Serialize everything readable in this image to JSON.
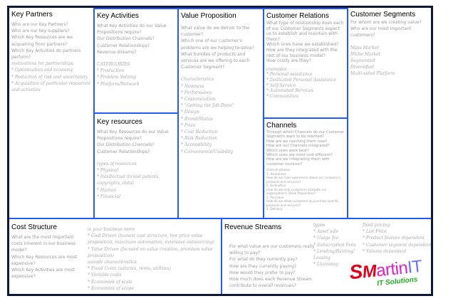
{
  "key_partners": {
    "title": "Key Partners",
    "questions": "Who are our Key Partners?\nWho are our key suppliers?\nWhich Key Resources are we acquairing from partners?\nWhich Key Activities do partners perform?",
    "notes": "motivations for partnerships\n* Optimization and economy\n* Reduction of risk and uncertainty\n* Acquisition of particular resources and activities"
  },
  "key_activities": {
    "title": "Key Activities",
    "questions": "What Key Activities do our Value Propositions require?\nOur Distribution Channels?\nCustomer Relationships?\nRevenue streams?",
    "notes": "CATERGORIES\n* Production\n* Problem Solving\n* Platform/Network"
  },
  "key_resources": {
    "title": "Key resources",
    "questions": "What Key Resources do our Value Propositions require?\nOur Distribution Channels? Customer Relationships?",
    "notes": "types of resources\n* Physical\n* Intellectual (brand patents, copyrights, data)\n* Human\n* Financial"
  },
  "value_proposition": {
    "title": "Value Proposition",
    "questions": "What value do we deliver to the customer?\nWhich one of our customer's problems are we helping to solve?\nWhat bundles of products and services are we offering to each Customer Segment?",
    "notes": "Characteristics\n* Newness\n* Performance\n* Customization\n* \"Getting the Job Done\"\n* Design\n* Brand/Status\n* Price\n* Cost Reduction\n* Risk Reduction\n* Accessibility\n* Convenience/Usability"
  },
  "customer_relations": {
    "title": "Customer Relations",
    "questions": "What type of relationship does each of our Customer Segments expect us to establish and maintain with them?\nWhich ones have we established?\nHow are they integrated with the rest of our business model?\nHow costly are they?",
    "notes": "examples\n* Personal assistance\n* Dedicated Personal Assistance\n* Self-Service\n* Automated Services\n* Communities"
  },
  "channels": {
    "title": "Channels",
    "questions": "Through which Channels do our Customer Segments want to be reached?\nHow are we reaching them now?\nHow are our Channels integrated?\nWhich ones work best?\nWhich ones are most cost-efficient?\nHow are we integrating them with customer routines?",
    "notes": "channel phases:\n1. Awareness\nHow do we raise awareness about our company's products and services?\n2. Evaluation\nHow do we help customers evaluate our organization's Value Proposition?\n3. Purchase\nHow do we allow customers to purchase specific products and services?\n4. Delivery"
  },
  "customer_segments": {
    "title": "Customer Segments",
    "questions": "For whom are we creating value?\nWho are our most important customers?",
    "notes": "Mass Market\nNiche Market\nSegmented\nDiversified\nMulti-sided Platform"
  },
  "cost_structure": {
    "title": "Cost Structure",
    "questions": "What are the most important costs inherent in our business model?\nWhich Key Resources are most expensive?\nWhich Key Activities are most expensive?",
    "notes": "is your business more\n* Cost Driven (leanest cost structure, low price value proposition, maximum automation, extensive outsourcing)\n* Value Driven (focused on value creation, premium value proposition)\nsample characteristics\n* Fixed Costs (salaries, rents, utilities)\n* Variable costs\n* Economies of scale\n* Economies of scope"
  },
  "revenue_streams": {
    "title": "Revenue Streams",
    "questions": "For what value are our customers really willing to pay?\nFor what do they currently pay?\nHow are they currently paying?\nHow would they prefer to pay?\nHow much does each Revenue Stream contribute to overall revenues?",
    "types": "types\n* Asset sale\n* Usage fee\n* Subscription Fees\n* Lending/Renting/ Leasing\n* Licensing",
    "pricing": "fixed pricing\n* List Price\n* Product feature dependent\n* Customer segment dependent\n* Volume dependent"
  },
  "logo": {
    "s": "S",
    "m": "M",
    "artin": "artin",
    "it": "IT",
    "tagline": "IT Solutions",
    "colors": {
      "s": "#e0001b",
      "artin": "#e020c0",
      "it": "#6a6aff",
      "tagline": "#22aa22"
    }
  }
}
